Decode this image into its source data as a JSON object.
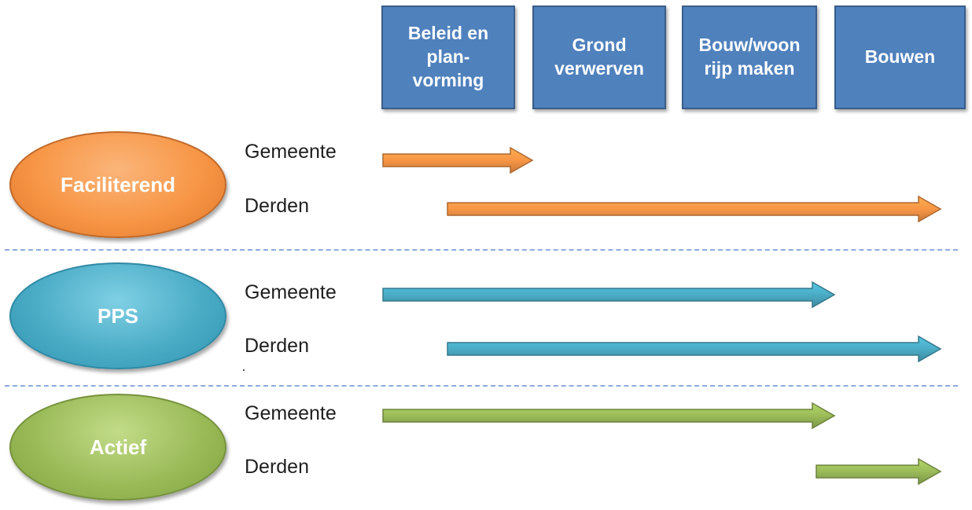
{
  "phases": [
    {
      "label": "Beleid en\nplan-\nvorming"
    },
    {
      "label": "Grond\nverwerven"
    },
    {
      "label": "Bouw/woon\nrijp maken"
    },
    {
      "label": "Bouwen"
    }
  ],
  "models": [
    {
      "label": "Faciliterend",
      "color": "#f79646",
      "rows": [
        {
          "label": "Gemeente",
          "from_phase": "Beleid en plan-vorming",
          "to_phase": "Beleid en plan-vorming"
        },
        {
          "label": "Derden",
          "from_phase": "Beleid en plan-vorming",
          "to_phase": "Bouwen"
        }
      ]
    },
    {
      "label": "PPS",
      "color": "#4bacc6",
      "rows": [
        {
          "label": "Gemeente",
          "from_phase": "Beleid en plan-vorming",
          "to_phase": "Bouw/woon rijp maken"
        },
        {
          "label": "Derden",
          "from_phase": "Beleid en plan-vorming",
          "to_phase": "Bouwen"
        }
      ]
    },
    {
      "label": "Actief",
      "color": "#9bbb59",
      "rows": [
        {
          "label": "Gemeente",
          "from_phase": "Beleid en plan-vorming",
          "to_phase": "Bouw/woon rijp maken"
        },
        {
          "label": "Derden",
          "from_phase": "Bouw/woon rijp maken",
          "to_phase": "Bouwen"
        }
      ]
    }
  ]
}
